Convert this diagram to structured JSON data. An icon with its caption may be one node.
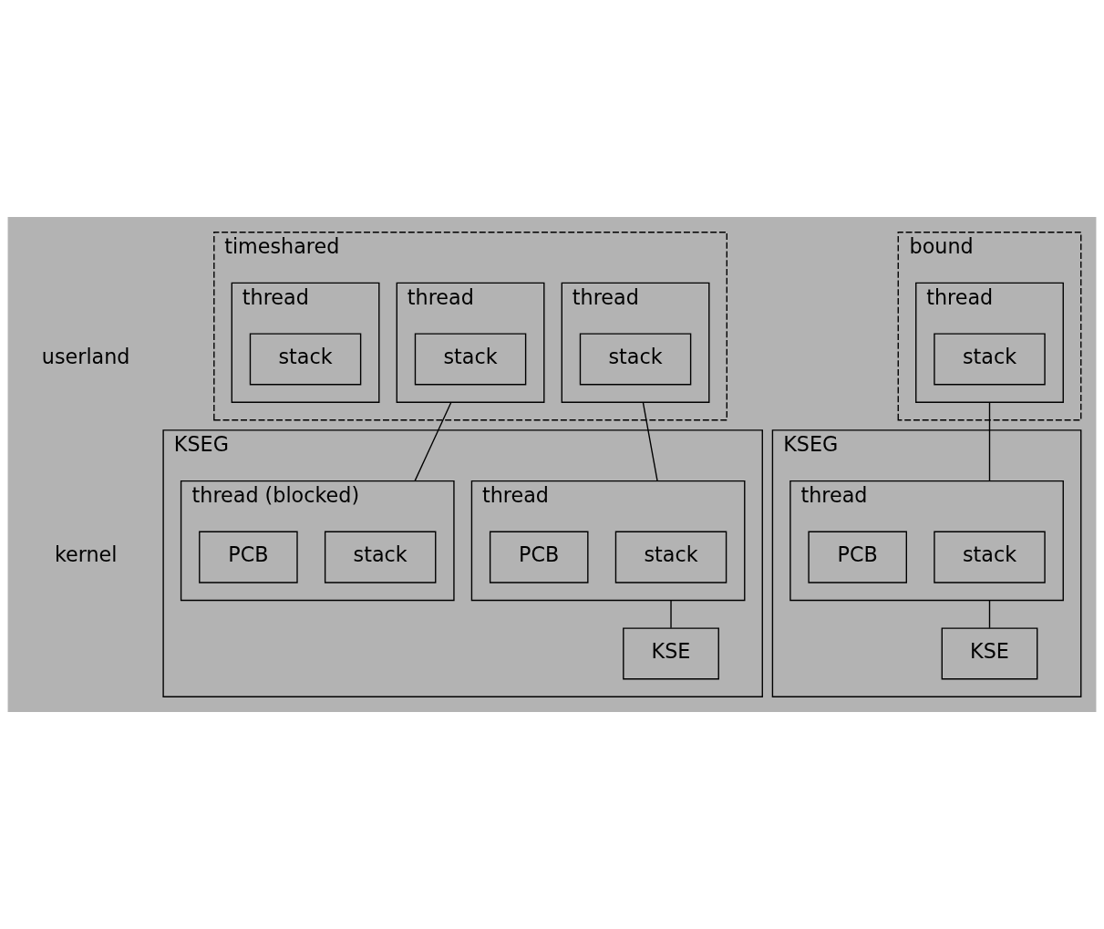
{
  "diagram": {
    "nodes": [
      {
        "text": [
          "timeshared"
        ]
      },
      {
        "text": [
          "thread"
        ],
        "in": 0
      },
      {
        "text": [
          "stack"
        ],
        "in": 1
      },
      {
        "text": [
          "thread"
        ],
        "in": 0
      },
      {
        "text": [
          "stack"
        ],
        "in": 3
      },
      {
        "text": [
          "thread"
        ],
        "in": 0
      },
      {
        "text": [
          "stack"
        ],
        "in": 5
      },
      {
        "text": [
          "bound"
        ]
      },
      {
        "text": [
          "thread"
        ],
        "in": 7
      },
      {
        "text": [
          "stack"
        ],
        "in": 8
      },
      {
        "text": [
          "KSEG"
        ]
      },
      {
        "text": [
          "thread"
        ],
        "in": 10
      },
      {
        "text": [
          "stack"
        ],
        "in": 11
      },
      {
        "text": [
          "PCB"
        ],
        "in": 11
      },
      {
        "text": [
          "thread (blocked)"
        ],
        "in": 10
      },
      {
        "text": [
          "stack"
        ],
        "in": 14
      },
      {
        "text": [
          "PCB"
        ],
        "in": 14
      },
      {
        "text": [
          "KSE"
        ],
        "in": 10
      },
      {
        "text": [
          "KSEG"
        ]
      },
      {
        "text": [
          "thread"
        ],
        "in": 18
      },
      {
        "text": [
          "stack"
        ],
        "in": 19
      },
      {
        "text": [
          "PCB"
        ],
        "in": 19
      },
      {
        "text": [
          "KSE"
        ],
        "in": 18
      }
    ],
    "edges": [
      {
        "from": 1,
        "to": 11,
        "arrow": "none"
      },
      {
        "from": 3,
        "to": 14,
        "arrow": "none"
      },
      {
        "from": 11,
        "to": 17,
        "arrow": "none"
      },
      {
        "from": 8,
        "to": 19,
        "arrow": "none"
      },
      {
        "from": 19,
        "to": 22,
        "arrow": "none"
      }
    ],
    "labels": [
      "userland",
      "kernel"
    ]
  }
}
